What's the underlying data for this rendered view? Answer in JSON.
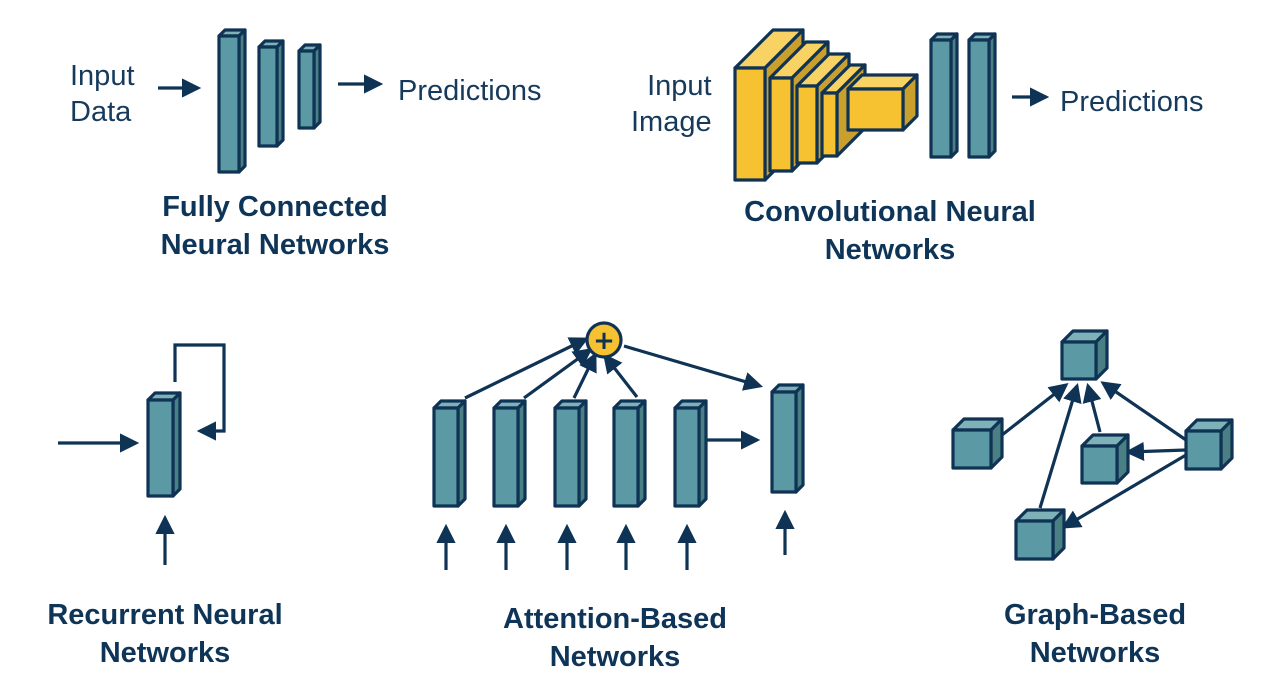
{
  "colors": {
    "stroke": "#0f3354",
    "teal_front": "#5b9aa4",
    "teal_top": "#7fb2b8",
    "teal_side": "#4a7f84",
    "yellow_front": "#f6c232",
    "yellow_top": "#f8d262",
    "yellow_side": "#c9a02e",
    "text": "#163a5c"
  },
  "fully_connected": {
    "title_line1": "Fully Connected",
    "title_line2": "Neural Networks",
    "input_line1": "Input",
    "input_line2": "Data",
    "output_label": "Predictions",
    "layer_count": 3
  },
  "cnn": {
    "title_line1": "Convolutional Neural",
    "title_line2": "Networks",
    "input_line1": "Input",
    "input_line2": "Image",
    "output_label": "Predictions",
    "conv_layer_count": 5,
    "dense_layer_count": 2
  },
  "rnn": {
    "title_line1": "Recurrent Neural",
    "title_line2": "Networks",
    "cell_count": 1,
    "has_recurrent_loop": true
  },
  "attention": {
    "title_line1": "Attention-Based",
    "title_line2": "Networks",
    "input_count": 5,
    "combine_symbol": "+",
    "output_count": 1
  },
  "graph": {
    "title_line1": "Graph-Based",
    "title_line2": "Networks",
    "nodes": [
      "top",
      "left",
      "center",
      "right",
      "bottom"
    ],
    "edges": [
      [
        "left",
        "top"
      ],
      [
        "bottom",
        "top"
      ],
      [
        "center",
        "top"
      ],
      [
        "right",
        "top"
      ],
      [
        "right",
        "center"
      ],
      [
        "right",
        "bottom"
      ]
    ]
  }
}
